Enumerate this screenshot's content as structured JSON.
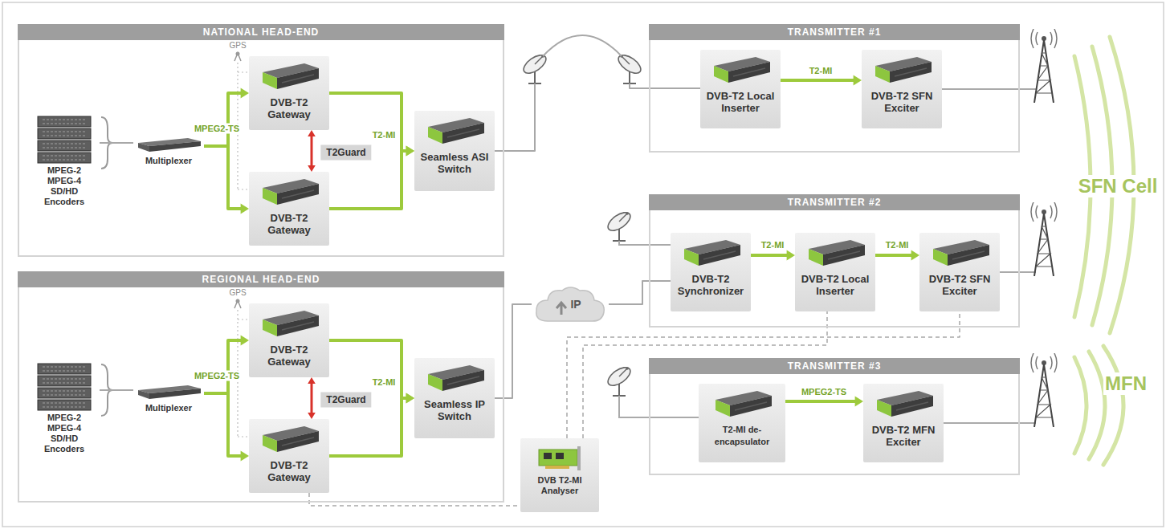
{
  "diagram": {
    "nodes": [
      {
        "text": [
          "NATIONAL HEAD-END"
        ]
      },
      {
        "text": [
          "MPEG-2 MPEG-4 SD/HD Encoders"
        ],
        "in": 0
      },
      {
        "text": [
          "Multiplexer"
        ],
        "in": 0
      },
      {
        "text": [
          "DVB-T2 Gateway"
        ],
        "in": 0
      },
      {
        "text": [
          "DVB-T2 Gateway"
        ],
        "in": 0
      },
      {
        "text": [
          "Seamless ASI Switch"
        ],
        "in": 0
      },
      {
        "text": [
          "TRANSMITTER #1"
        ]
      },
      {
        "text": [
          "DVB-T2 Local Inserter"
        ],
        "in": 6
      },
      {
        "text": [
          "DVB-T2 SFN Exciter"
        ],
        "in": 6
      },
      {
        "text": [
          "REGIONAL HEAD-END"
        ]
      },
      {
        "text": [
          "MPEG-2 MPEG-4 SD/HD Encoders"
        ],
        "in": 9
      },
      {
        "text": [
          "Multiplexer"
        ],
        "in": 9
      },
      {
        "text": [
          "DVB-T2 Gateway"
        ],
        "in": 9
      },
      {
        "text": [
          "DVB-T2 Gateway"
        ],
        "in": 9
      },
      {
        "text": [
          "Seamless IP Switch"
        ],
        "in": 9
      },
      {
        "text": [
          "IP"
        ]
      },
      {
        "text": [
          "TRANSMITTER #2"
        ]
      },
      {
        "text": [
          "DVB-T2 Synchronizer"
        ],
        "in": 16
      },
      {
        "text": [
          "DVB-T2 Local Inserter"
        ],
        "in": 16
      },
      {
        "text": [
          "DVB-T2 SFN Exciter"
        ],
        "in": 16
      },
      {
        "text": [
          "TRANSMITTER #3"
        ]
      },
      {
        "text": [
          "T2-MI de-encapsulator"
        ],
        "in": 20
      },
      {
        "text": [
          "DVB-T2 MFN Exciter"
        ],
        "in": 20
      },
      {
        "text": [
          "DVB T2-MI Analyser"
        ]
      }
    ],
    "edges": [
      {
        "from": 1,
        "to": 2,
        "arrow": "none"
      },
      {
        "from": 2,
        "to": 3,
        "label": "MPEG2-TS",
        "arrow": "to"
      },
      {
        "from": 2,
        "to": 4,
        "arrow": "to"
      },
      {
        "from": 3,
        "to": 4,
        "label": "T2Guard",
        "arrow": "both"
      },
      {
        "from": 3,
        "to": 5,
        "label": "T2-MI",
        "arrow": "to"
      },
      {
        "from": 4,
        "to": 5,
        "arrow": "to"
      },
      {
        "from": 5,
        "to": 7,
        "arrow": "none"
      },
      {
        "from": 7,
        "to": 8,
        "label": "T2-MI",
        "arrow": "to"
      },
      {
        "from": 10,
        "to": 11,
        "arrow": "none"
      },
      {
        "from": 11,
        "to": 12,
        "label": "MPEG2-TS",
        "arrow": "to"
      },
      {
        "from": 11,
        "to": 13,
        "arrow": "to"
      },
      {
        "from": 12,
        "to": 13,
        "label": "T2Guard",
        "arrow": "both"
      },
      {
        "from": 12,
        "to": 14,
        "label": "T2-MI",
        "arrow": "to"
      },
      {
        "from": 13,
        "to": 14,
        "arrow": "to"
      },
      {
        "from": 14,
        "to": 15,
        "arrow": "none"
      },
      {
        "from": 15,
        "to": 17,
        "arrow": "none"
      },
      {
        "from": 17,
        "to": 18,
        "label": "T2-MI",
        "arrow": "to"
      },
      {
        "from": 18,
        "to": 19,
        "label": "T2-MI",
        "arrow": "to"
      },
      {
        "from": 13,
        "to": 23,
        "arrow": "none"
      },
      {
        "from": 23,
        "to": 18,
        "arrow": "none"
      },
      {
        "from": 23,
        "to": 19,
        "arrow": "none"
      },
      {
        "from": 21,
        "to": 22,
        "label": "MPEG2-TS",
        "arrow": "to"
      }
    ],
    "labels": [
      "GPS",
      "GPS",
      "SFN Cell",
      "MFN"
    ]
  }
}
